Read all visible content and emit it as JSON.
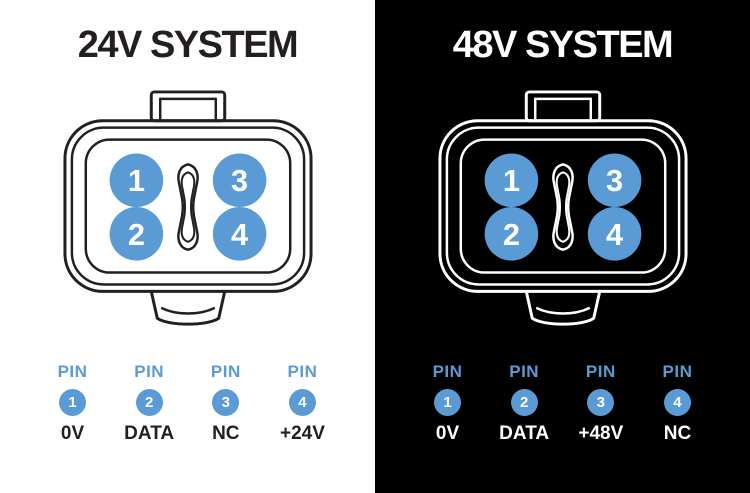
{
  "colors": {
    "pin_blue": "#5B9BD5",
    "dark_text": "#231F20",
    "light_bg": "#FFFFFF",
    "dark_bg": "#000000"
  },
  "panels": [
    {
      "title": "24V SYSTEM",
      "pin_word": "PIN",
      "connector_pins": [
        "1",
        "2",
        "3",
        "4"
      ],
      "pins": [
        {
          "number": "1",
          "label": "0V"
        },
        {
          "number": "2",
          "label": "DATA"
        },
        {
          "number": "3",
          "label": "NC"
        },
        {
          "number": "4",
          "label": "+24V"
        }
      ]
    },
    {
      "title": "48V SYSTEM",
      "pin_word": "PIN",
      "connector_pins": [
        "1",
        "2",
        "3",
        "4"
      ],
      "pins": [
        {
          "number": "1",
          "label": "0V"
        },
        {
          "number": "2",
          "label": "DATA"
        },
        {
          "number": "3",
          "label": "+48V"
        },
        {
          "number": "4",
          "label": "NC"
        }
      ]
    }
  ]
}
